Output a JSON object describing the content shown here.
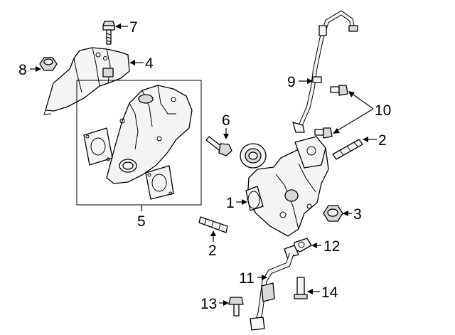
{
  "callouts": [
    {
      "id": "c1",
      "text": "1"
    },
    {
      "id": "c2a",
      "text": "2"
    },
    {
      "id": "c2b",
      "text": "2"
    },
    {
      "id": "c3",
      "text": "3"
    },
    {
      "id": "c4",
      "text": "4"
    },
    {
      "id": "c5",
      "text": "5"
    },
    {
      "id": "c6",
      "text": "6"
    },
    {
      "id": "c7",
      "text": "7"
    },
    {
      "id": "c8",
      "text": "8"
    },
    {
      "id": "c9",
      "text": "9"
    },
    {
      "id": "c10",
      "text": "10"
    },
    {
      "id": "c11",
      "text": "11"
    },
    {
      "id": "c12",
      "text": "12"
    },
    {
      "id": "c13",
      "text": "13"
    },
    {
      "id": "c14",
      "text": "14"
    }
  ]
}
